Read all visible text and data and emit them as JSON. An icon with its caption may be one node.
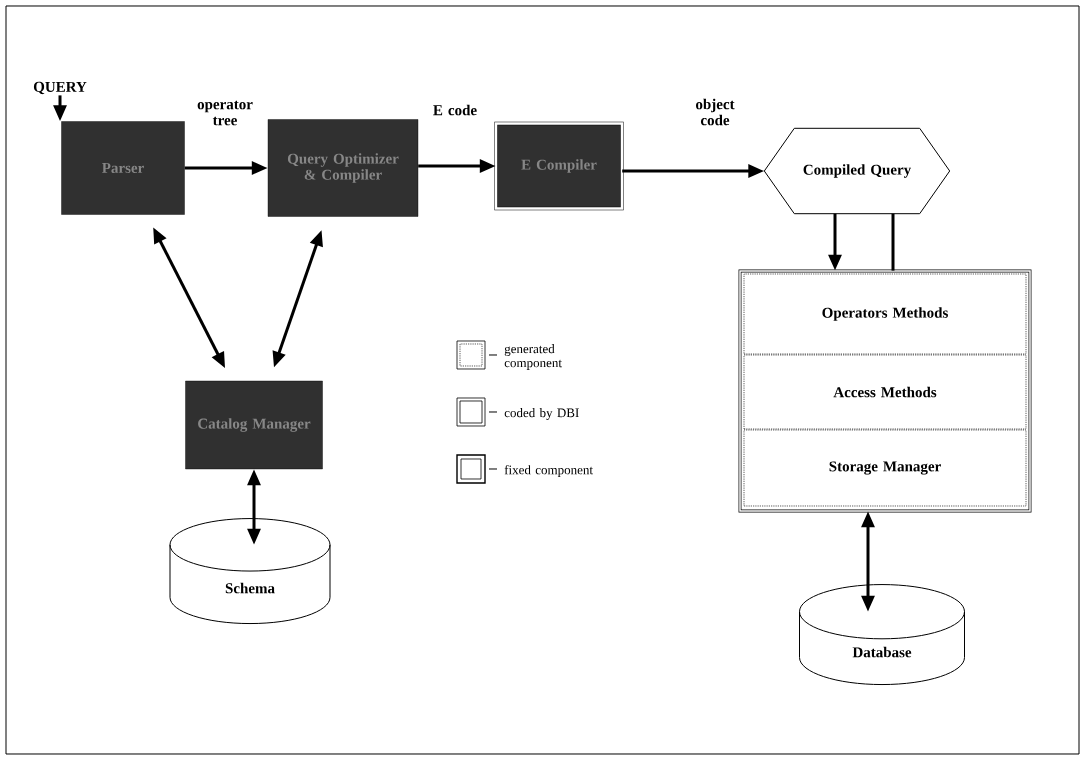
{
  "diagram": {
    "nodes": [
      {
        "text": [
          "QUERY"
        ]
      },
      {
        "text": [
          "Parser"
        ]
      },
      {
        "text": [
          "Query Optimizer & Compiler"
        ]
      },
      {
        "text": [
          "E Compiler"
        ]
      },
      {
        "text": [
          "Compiled Query"
        ]
      },
      {
        "text": [],
        "shape": "box"
      },
      {
        "text": [
          "Operators Methods"
        ],
        "in": 5
      },
      {
        "text": [
          "Access Methods"
        ],
        "in": 5
      },
      {
        "text": [
          "Storage Manager"
        ],
        "in": 5
      },
      {
        "text": [
          "Catalog Manager"
        ]
      },
      {
        "text": [
          "Schema"
        ]
      },
      {
        "text": [
          "Database"
        ]
      }
    ],
    "edges": [
      {
        "from": 0,
        "to": 1,
        "arrow": "to"
      },
      {
        "from": 1,
        "to": 2,
        "arrow": "to",
        "label": "operator tree"
      },
      {
        "from": 2,
        "to": 3,
        "arrow": "to",
        "label": "E code"
      },
      {
        "from": 3,
        "to": 4,
        "arrow": "to",
        "label": "object code"
      },
      {
        "from": 4,
        "to": 5,
        "arrow": "to"
      },
      {
        "from": 5,
        "to": 4,
        "arrow": "none"
      },
      {
        "from": 1,
        "to": 9,
        "arrow": "both"
      },
      {
        "from": 2,
        "to": 9,
        "arrow": "both"
      },
      {
        "from": 9,
        "to": 10,
        "arrow": "both"
      },
      {
        "from": 5,
        "to": 11,
        "arrow": "both"
      }
    ],
    "legend": [
      {
        "text": "generated component"
      },
      {
        "text": "coded by DBI"
      },
      {
        "text": "fixed component"
      }
    ]
  }
}
